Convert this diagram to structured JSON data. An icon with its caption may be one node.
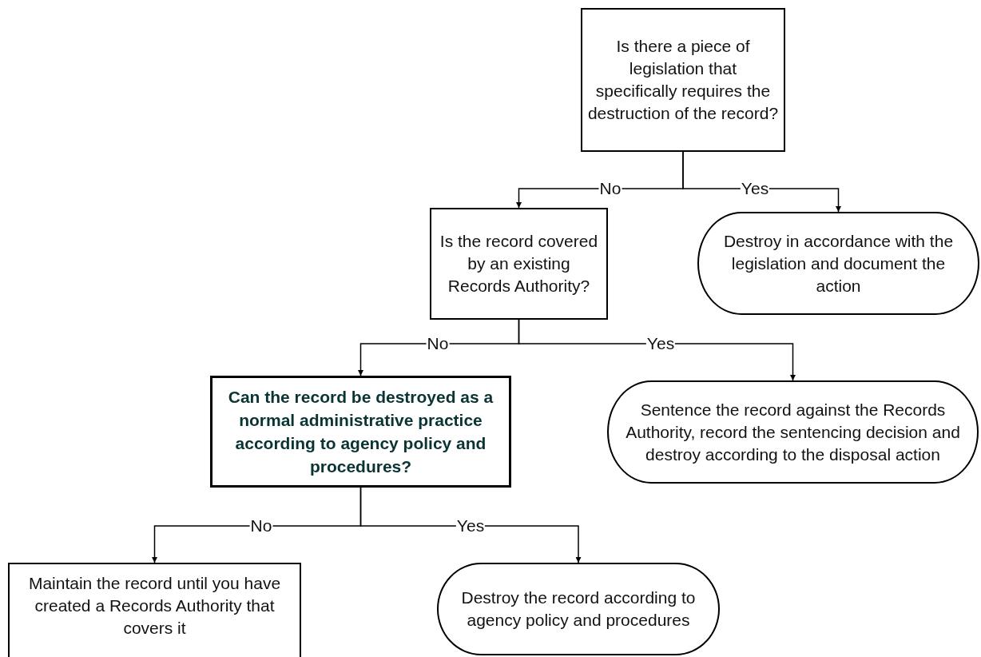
{
  "diagram": {
    "nodes": [
      {
        "text": [
          "Is there a piece of legislation that specifically requires the destruction of the record?"
        ]
      },
      {
        "text": [
          "Is the record covered by an existing Records Authority?"
        ]
      },
      {
        "text": [
          "Destroy in accordance with the legislation and document the action"
        ]
      },
      {
        "text": [
          "Can the record be destroyed as a normal administrative practice according to agency policy and procedures?"
        ]
      },
      {
        "text": [
          "Sentence the record against the Records Authority, record the sentencing decision and destroy according to the disposal action"
        ]
      },
      {
        "text": [
          "Maintain the record until you have created a Records Authority that covers it"
        ]
      },
      {
        "text": [
          "Destroy the record according to agency policy and procedures"
        ]
      }
    ],
    "edges": [
      {
        "from": 0,
        "to": 1,
        "arrow": "to",
        "label": "No"
      },
      {
        "from": 0,
        "to": 2,
        "arrow": "to",
        "label": "Yes"
      },
      {
        "from": 1,
        "to": 3,
        "arrow": "to",
        "label": "No"
      },
      {
        "from": 1,
        "to": 4,
        "arrow": "to",
        "label": "Yes"
      },
      {
        "from": 3,
        "to": 5,
        "arrow": "to",
        "label": "No"
      },
      {
        "from": 3,
        "to": 6,
        "arrow": "to",
        "label": "Yes"
      }
    ]
  }
}
